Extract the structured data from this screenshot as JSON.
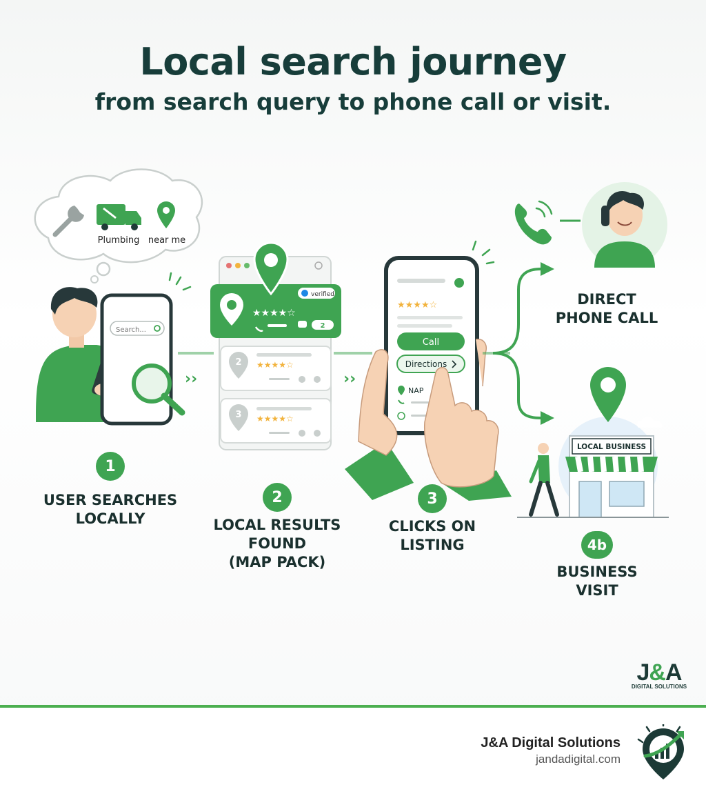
{
  "header": {
    "title": "Local search journey",
    "subtitle": "from search query to phone call or visit."
  },
  "thought_bubble": {
    "labels": [
      "Plumbing",
      "near me"
    ]
  },
  "step1": {
    "number": "1",
    "label_lines": [
      "USER SEARCHES",
      "LOCALLY"
    ],
    "search_placeholder": "Search..."
  },
  "step2": {
    "number": "2",
    "label_lines": [
      "LOCAL RESULTS",
      "FOUND",
      "(MAP PACK)"
    ],
    "verified_badge": "verified",
    "result_ranks": [
      "2",
      "3"
    ],
    "featured_count": "2"
  },
  "step3": {
    "number": "3",
    "label_lines": [
      "CLICKS ON",
      "LISTING"
    ],
    "call_button": "Call",
    "directions_button": "Directions",
    "nap_label": "NAP"
  },
  "step4a": {
    "label_lines": [
      "DIRECT",
      "PHONE CALL"
    ]
  },
  "step4b": {
    "number": "4b",
    "label_lines": [
      "BUSINESS",
      "VISIT"
    ],
    "store_sign": "LOCAL BUSINESS"
  },
  "branding": {
    "logo_text_a": "J",
    "logo_text_amp": "&",
    "logo_text_b": "A",
    "logo_sub": "DIGITAL SOLUTIONS",
    "footer_name": "J&A Digital Solutions",
    "footer_url": "jandadigital.com"
  },
  "colors": {
    "accent_green": "#3fa452",
    "dark_text": "#173d3a",
    "star_gold": "#f2b33d"
  },
  "icons": [
    "wrench-icon",
    "truck-icon",
    "map-pin-icon",
    "search-icon",
    "phone-icon",
    "globe-icon",
    "chat-icon",
    "check-badge-icon",
    "storefront-icon",
    "walking-person-icon"
  ]
}
